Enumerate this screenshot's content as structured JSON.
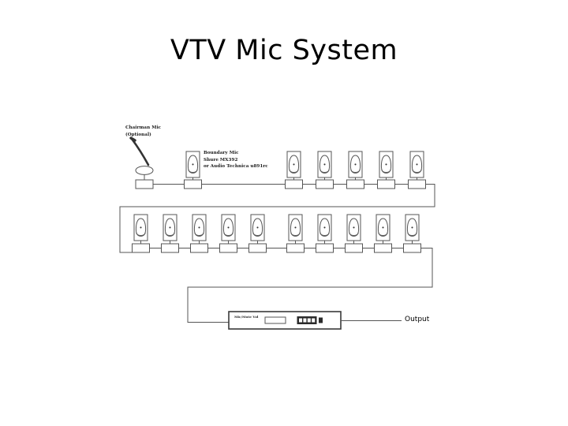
{
  "slide": {
    "title": "VTV Mic System",
    "background_color": "#ffffff",
    "line_color": "#404040",
    "text_color": "#000000"
  },
  "labels": {
    "chairman_mic_line1": "Chairman Mic",
    "chairman_mic_line2": "(Optional)",
    "boundary_mic_line1": "Boundary Mic",
    "boundary_mic_line2": "Shure MX392",
    "boundary_mic_line3": "or Audio Technica u891rc",
    "mixer_label": "Mic/Mute Vol",
    "output_label": "Output"
  },
  "diagram": {
    "type": "signal-flow",
    "description": "Daisy-chained boundary microphone system feeding a mixer unit with a single output",
    "rows": [
      {
        "name": "row-1",
        "chairman_mic_count": 1,
        "boundary_mic_count": 6,
        "mic_labels": [
          "Chairman Mic",
          "Boundary Mic",
          "Mic",
          "Mic",
          "Mic",
          "Mic",
          "Mic"
        ]
      },
      {
        "name": "row-2",
        "chairman_mic_count": 0,
        "boundary_mic_count": 10,
        "mic_labels": [
          "Mic",
          "Mic",
          "Mic",
          "Mic",
          "Mic",
          "Mic",
          "Mic",
          "Mic",
          "Mic",
          "Mic"
        ]
      }
    ],
    "total_boundary_mics": 16,
    "total_chairman_mics": 1,
    "mixer": {
      "name": "mixer-unit",
      "label": "Mic/Mute Vol",
      "has_display": true,
      "segment_count": 4,
      "indicator_count": 1
    },
    "output": {
      "label": "Output",
      "count": 1
    }
  }
}
